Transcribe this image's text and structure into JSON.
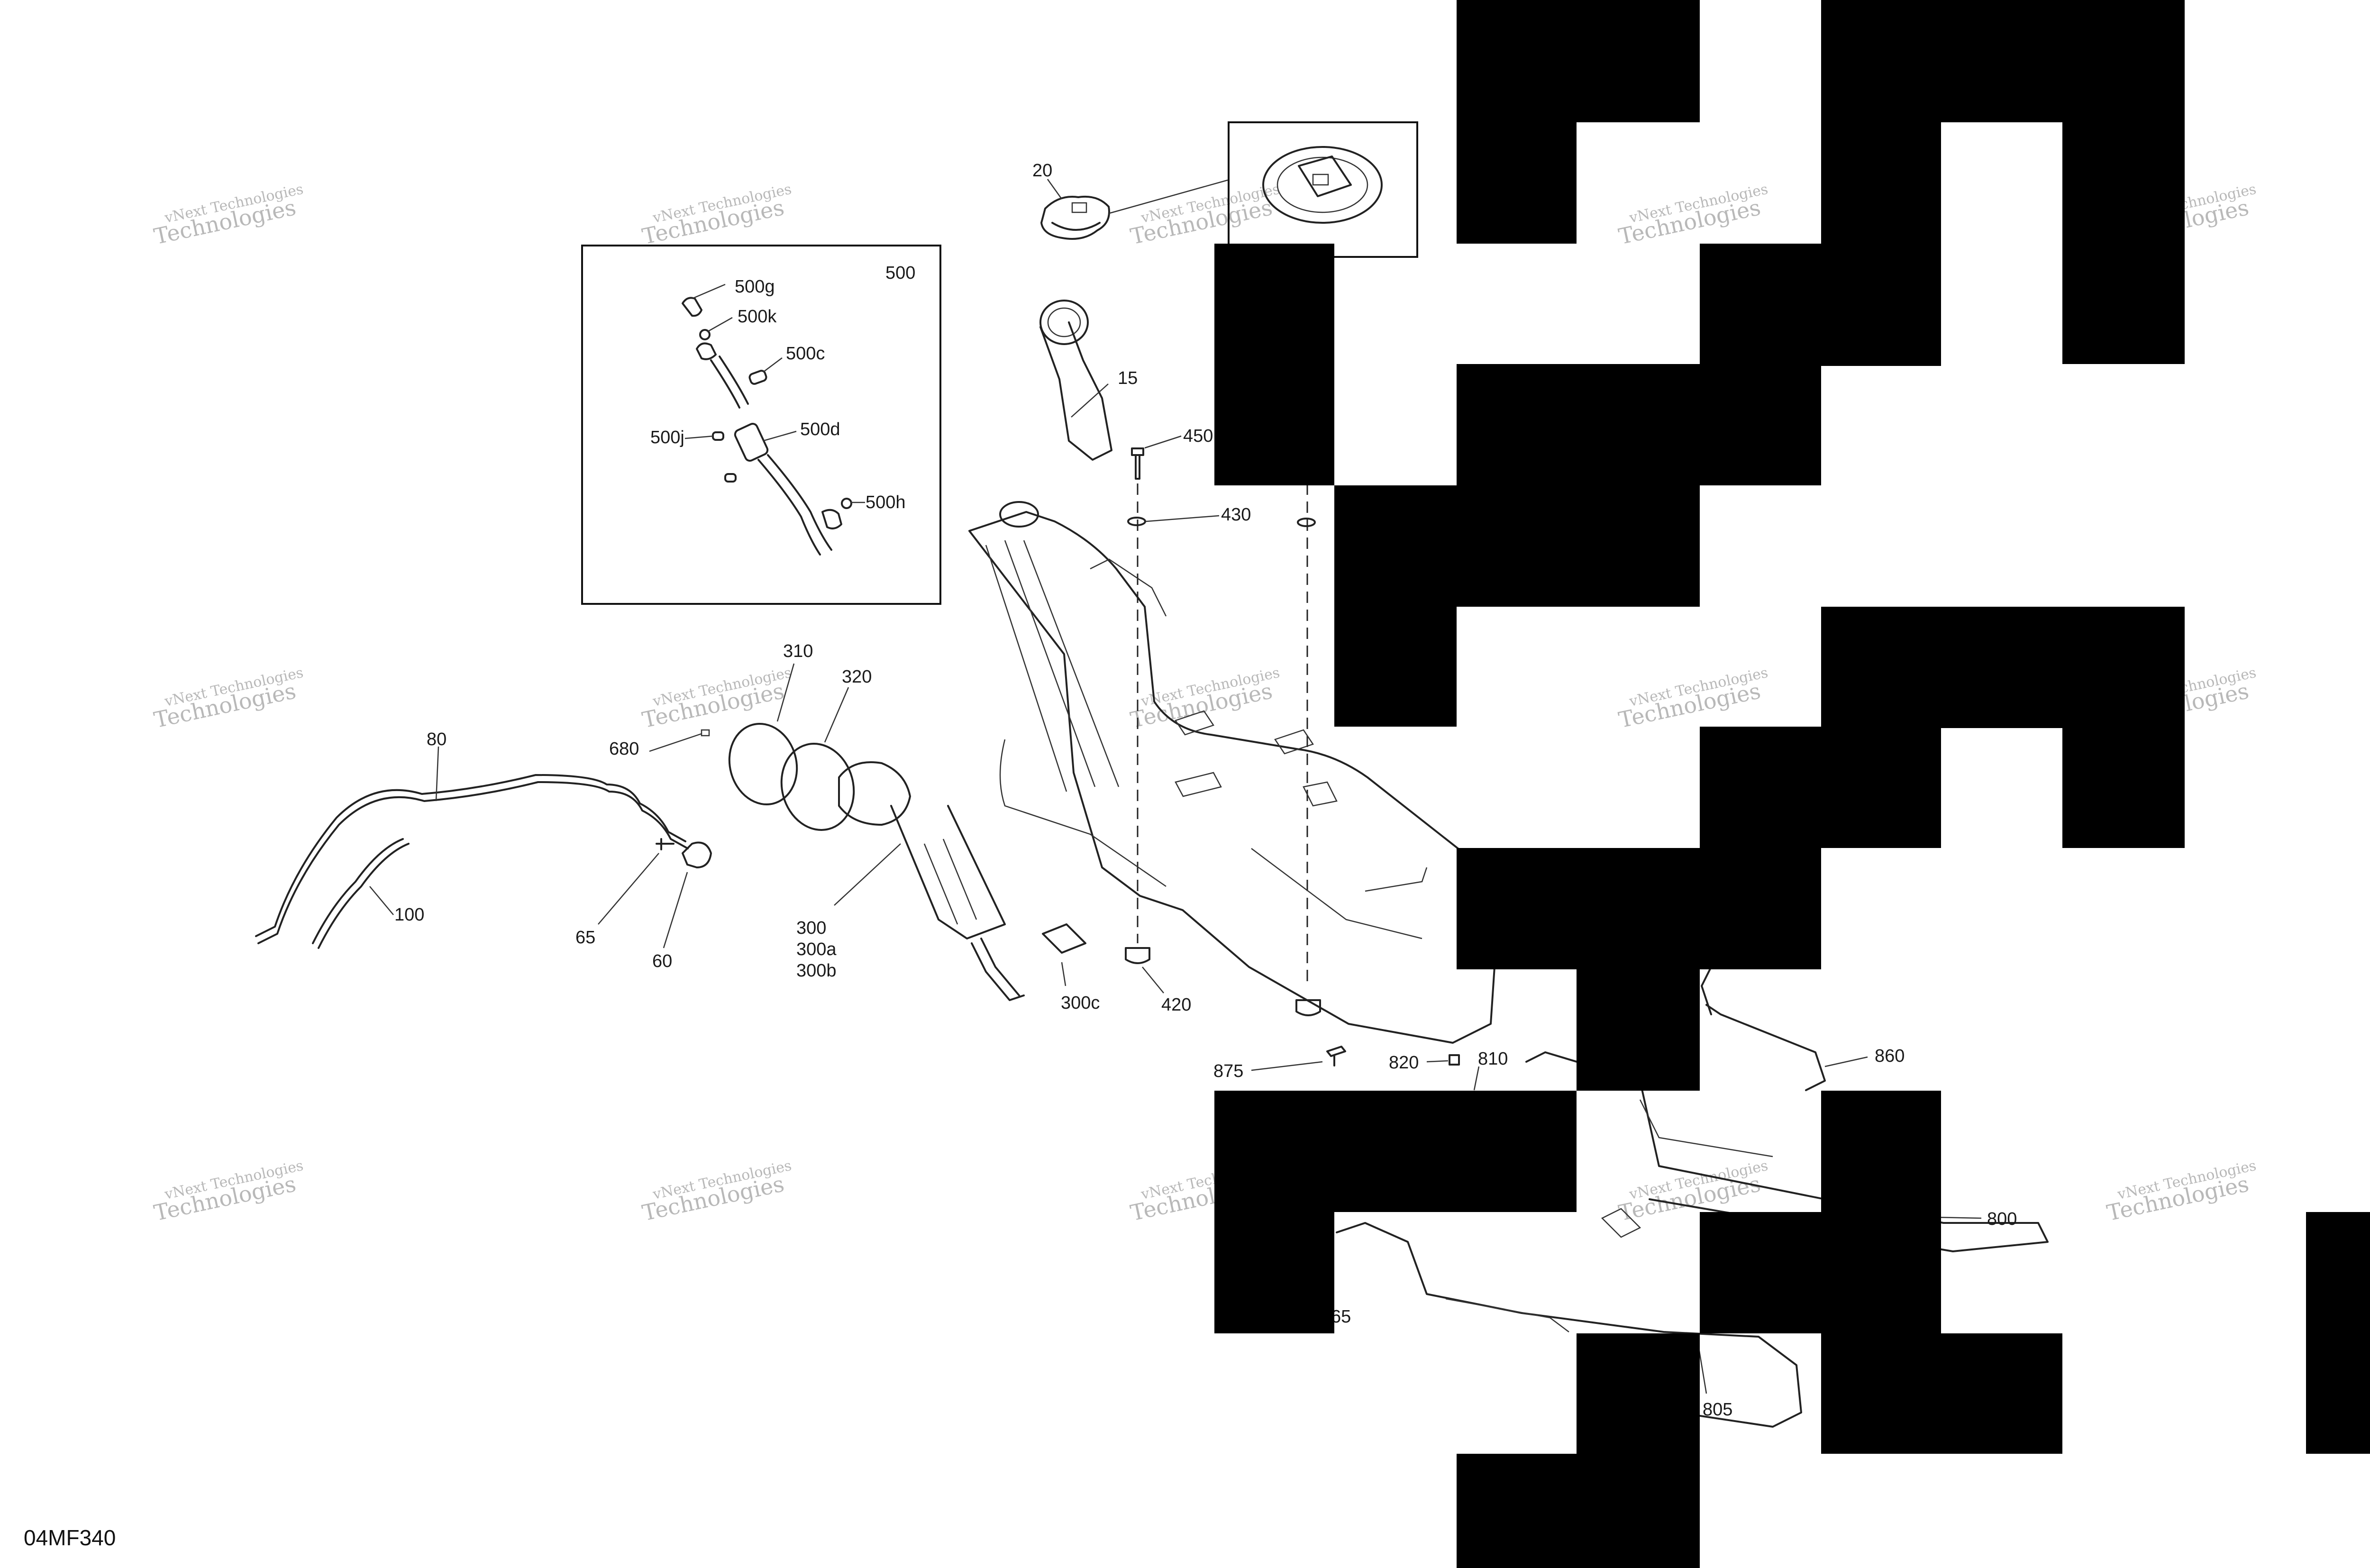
{
  "diagram": {
    "code": "04MF340",
    "watermark": {
      "line1": "vNext Technologies",
      "line2": "Technologies"
    },
    "callouts": {
      "c500": "500",
      "c500g": "500g",
      "c500k": "500k",
      "c500c": "500c",
      "c500d": "500d",
      "c500j": "500j",
      "c500h": "500h",
      "c20": "20",
      "c15": "15",
      "c450": "450",
      "c430": "430",
      "c310": "310",
      "c320": "320",
      "c680": "680",
      "c80": "80",
      "c100": "100",
      "c65a": "65",
      "c60": "60",
      "c300": "300",
      "c300a": "300a",
      "c300b": "300b",
      "c300c": "300c",
      "c420": "420",
      "c875": "875",
      "c820": "820",
      "c810": "810",
      "c860": "860",
      "c800": "800",
      "c65b": "65",
      "c805": "805"
    }
  }
}
